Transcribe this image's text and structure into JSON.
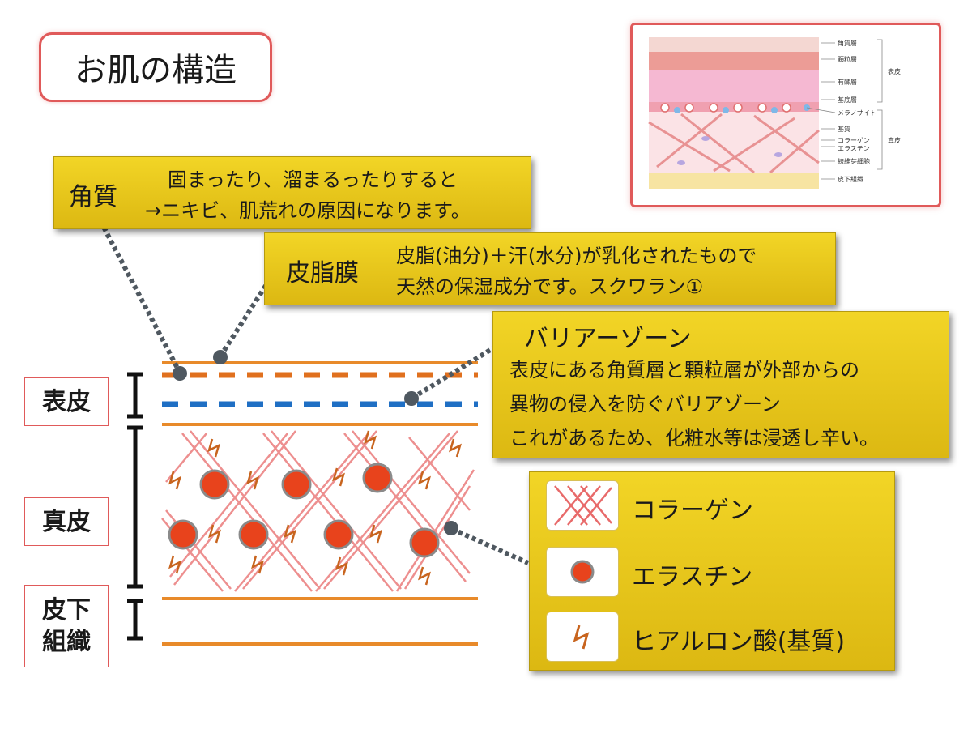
{
  "title": "お肌の構造",
  "reference_image": {
    "labels": [
      "角質層",
      "顆粒層",
      "有棘層",
      "基底層",
      "メラノサイト",
      "基質",
      "コラーゲン",
      "エラスチン",
      "線維芽細胞",
      "皮下組織"
    ],
    "groups": [
      "表皮",
      "真皮"
    ]
  },
  "callouts": {
    "kakushitsu": {
      "head": "角質",
      "lines": [
        "固まったり、溜まるったりすると",
        "→ニキビ、肌荒れの原因になります。"
      ]
    },
    "hishimaku": {
      "head": "皮脂膜",
      "lines": [
        "皮脂(油分)＋汗(水分)が乳化されたもので",
        "天然の保湿成分です。スクワラン①"
      ]
    },
    "barrier": {
      "head": "バリアーゾーン",
      "lines": [
        "表皮にある角質層と顆粒層が外部からの",
        "異物の侵入を防ぐバリアゾーン",
        "これがあるため、化粧水等は浸透し辛い。"
      ]
    }
  },
  "layers": [
    "表皮",
    "真皮",
    "皮下\n組織"
  ],
  "legend": [
    "コラーゲン",
    "エラスチン",
    "ヒアルロン酸(基質)"
  ],
  "colors": {
    "callout": "#e8c81c",
    "border_red": "#e05a5a",
    "orange_line": "#e88a2a",
    "blue_line": "#1f6fc4",
    "collagen": "#e86a6a",
    "elastin": "#e8431c",
    "hyaluronic": "#c8641e",
    "leader": "#4f5860"
  }
}
